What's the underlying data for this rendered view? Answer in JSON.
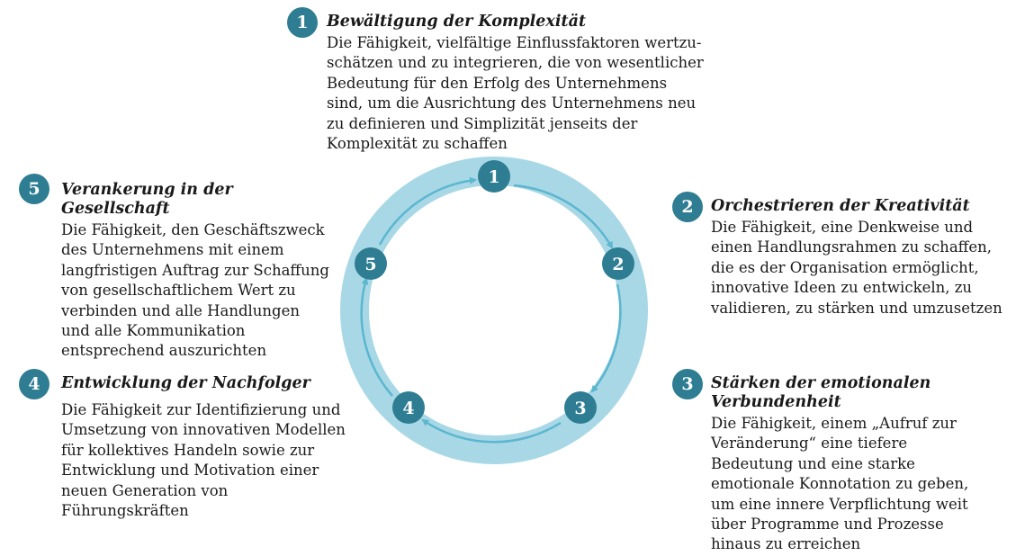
{
  "items": [
    {
      "number": "1",
      "title": "Bewältigung der Komplexität",
      "description": "Die Fähigkeit, vielfältige Einflussfaktoren wertzu-schätzen und zu integrieren, die von wesentlicher Bedeutung für den Erfolg des Unternehmens sind, um die Ausrichtung des Unternehmens neu zu definieren und Simplizität jenseits der Komplexität zu schaffen"
    },
    {
      "number": "2",
      "title": "Orchestrieren der Kreativität",
      "description": "Die Fähigkeit, eine Denkweise und einen Handlungsrahmen zu schaffen, die es der Organisation ermöglicht, innovative Ideen zu entwickeln, zu validieren, zu stärken und umzusetzen"
    },
    {
      "number": "3",
      "title": "Stärken der emotionalen Verbundenheit",
      "description": "Die Fähigkeit, einem „Aufruf zur Veränderung“ eine tiefere Bedeutung und eine starke emotionale Konnotation zu geben, um eine innere Verpflichtung weit über Programme und Prozesse hinaus zu erreichen"
    },
    {
      "number": "4",
      "title": "Entwicklung der Nachfolger",
      "description": "Die Fähigkeit zur Identifizierung und Umsetzung von innovativen Modellen für kollektives Handeln sowie zur Entwicklung und Motivation einer neuen Generation von Führungskräften"
    },
    {
      "number": "5",
      "title": "Verankerung in der Gesellschaft",
      "description": "Die Fähigkeit, den Geschäftszweck des Unternehmens mit einem langfristigen Auftrag zur Schaffung von gesellschaftlichem Wert zu verbinden und alle Handlungen und alle Kommunikation entsprechend auszurichten"
    }
  ],
  "cycle_nodes": [
    "1",
    "2",
    "3",
    "4",
    "5"
  ],
  "colors": {
    "badge": "#2e7d92",
    "ring": "#a8d8e6",
    "arrow": "#5bb6cf"
  }
}
